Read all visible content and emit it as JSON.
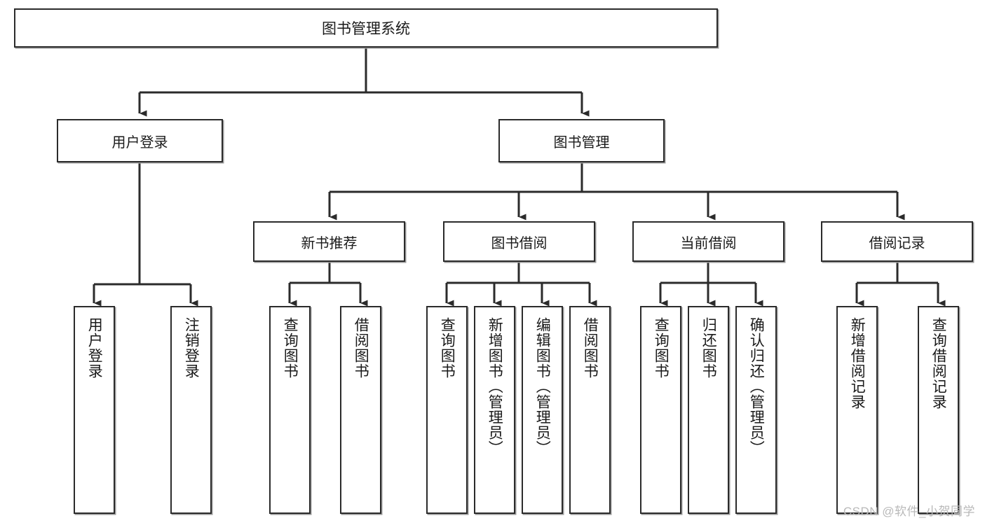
{
  "diagram": {
    "title": "图书管理系统",
    "type": "tree-hierarchy",
    "colors": {
      "box_border": "#2b2b2b",
      "box_fill": "#ffffff",
      "connector": "#2b2b2b",
      "text": "#1a1a1a",
      "watermark": "#b9b9b9"
    },
    "root": {
      "label": "图书管理系统"
    },
    "level1": [
      {
        "label": "用户登录"
      },
      {
        "label": "图书管理"
      }
    ],
    "level2": [
      {
        "label": "新书推荐"
      },
      {
        "label": "图书借阅"
      },
      {
        "label": "当前借阅"
      },
      {
        "label": "借阅记录"
      }
    ],
    "leaves": {
      "user_login": [
        {
          "label": "用户登录"
        },
        {
          "label": "注销登录"
        }
      ],
      "new_book_recommend": [
        {
          "label": "查询图书"
        },
        {
          "label": "借阅图书"
        }
      ],
      "book_borrow": [
        {
          "label": "查询图书"
        },
        {
          "label": "新增图书（管理员）"
        },
        {
          "label": "编辑图书（管理员）"
        },
        {
          "label": "借阅图书"
        }
      ],
      "current_borrow": [
        {
          "label": "查询图书"
        },
        {
          "label": "归还图书"
        },
        {
          "label": "确认归还（管理员）"
        }
      ],
      "borrow_record": [
        {
          "label": "新增借阅记录"
        },
        {
          "label": "查询借阅记录"
        }
      ]
    },
    "watermark": "CSDN @软件_小贺同学"
  }
}
